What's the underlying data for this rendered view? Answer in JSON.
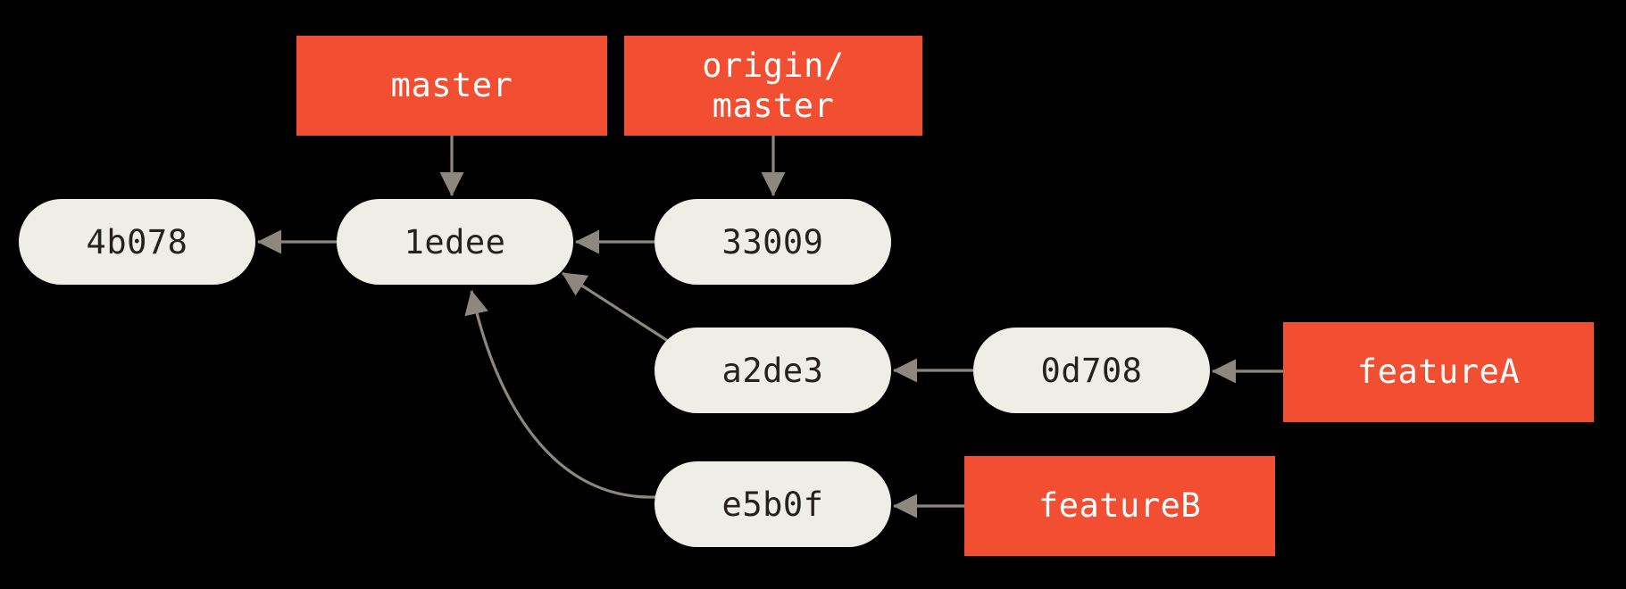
{
  "figure": {
    "type": "git-commit-graph",
    "background": "#000000",
    "palette": {
      "branch_label_fill": "#F14E32",
      "branch_label_text": "#FFFFFF",
      "commit_fill": "#EFEEE6",
      "commit_text": "#26211C",
      "arrow": "#8E877D"
    },
    "branch_labels": [
      {
        "name": "master",
        "text": "master"
      },
      {
        "name": "origin/master",
        "text": "origin/\nmaster"
      },
      {
        "name": "featureA",
        "text": "featureA"
      },
      {
        "name": "featureB",
        "text": "featureB"
      }
    ],
    "commits": [
      {
        "hash": "4b078"
      },
      {
        "hash": "1edee"
      },
      {
        "hash": "33009"
      },
      {
        "hash": "a2de3"
      },
      {
        "hash": "0d708"
      },
      {
        "hash": "e5b0f"
      }
    ],
    "edges": [
      {
        "from": "master",
        "to": "1edee",
        "kind": "branch-pointer"
      },
      {
        "from": "origin/master",
        "to": "33009",
        "kind": "branch-pointer"
      },
      {
        "from": "1edee",
        "to": "4b078",
        "kind": "parent"
      },
      {
        "from": "33009",
        "to": "1edee",
        "kind": "parent"
      },
      {
        "from": "a2de3",
        "to": "1edee",
        "kind": "parent"
      },
      {
        "from": "0d708",
        "to": "a2de3",
        "kind": "parent"
      },
      {
        "from": "featureA",
        "to": "0d708",
        "kind": "branch-pointer"
      },
      {
        "from": "e5b0f",
        "to": "1edee",
        "kind": "parent"
      },
      {
        "from": "featureB",
        "to": "e5b0f",
        "kind": "branch-pointer"
      }
    ]
  }
}
